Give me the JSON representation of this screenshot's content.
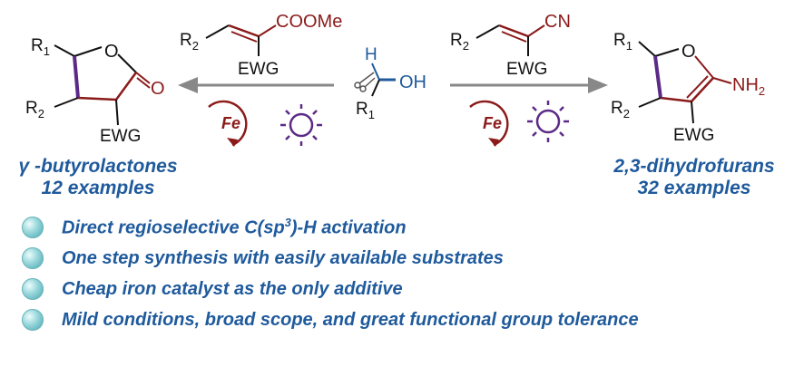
{
  "reaction": {
    "left_reagent": {
      "substituent": "R2",
      "group": "COOMe",
      "ewg": "EWG"
    },
    "right_reagent": {
      "substituent": "R2",
      "group": "CN",
      "ewg": "EWG"
    },
    "center": {
      "h": "H",
      "oh": "OH",
      "r1": "R1"
    },
    "left_product": {
      "r1": "R1",
      "r2": "R2",
      "o_ring": "O",
      "o_carbonyl": "O",
      "ewg": "EWG"
    },
    "right_product": {
      "r1": "R1",
      "r2": "R2",
      "o_ring": "O",
      "nh2": "NH2",
      "ewg": "EWG"
    },
    "catalyst": "Fe"
  },
  "captions": {
    "left_title": "γ -butyrolactones",
    "left_count": "12 examples",
    "right_title": "2,3-dihydrofurans",
    "right_count": "32 examples"
  },
  "bullets": [
    {
      "pre": "Direct regioselective C(sp",
      "sup": "3",
      "post": ")-H activation"
    },
    {
      "pre": "One step synthesis with easily available substrates",
      "sup": "",
      "post": ""
    },
    {
      "pre": "Cheap iron catalyst as the only additive",
      "sup": "",
      "post": ""
    },
    {
      "pre": "Mild conditions, broad scope, and great functional group tolerance",
      "sup": "",
      "post": ""
    }
  ],
  "colors": {
    "blue": "#1f5a9c",
    "darkred": "#8b1a1a",
    "purple": "#5b2a86",
    "gray": "#888888",
    "teal": "#6bc0c7"
  }
}
